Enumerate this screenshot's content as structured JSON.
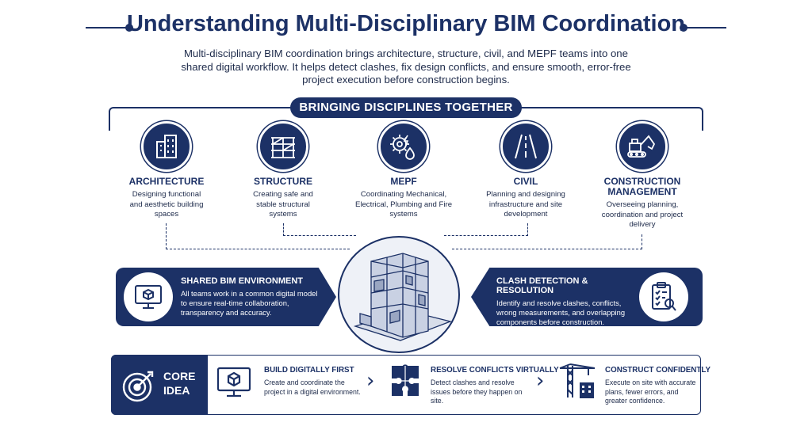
{
  "title": "Understanding Multi-Disciplinary BIM Coordination",
  "intro": "Multi-disciplinary BIM coordination brings architecture, structure, civil, and MEPF teams into one shared digital workflow. It helps detect clashes, fix design conflicts, and ensure smooth, error-free project execution before construction begins.",
  "banner": "BRINGING DISCIPLINES TOGETHER",
  "disciplines": [
    {
      "name": "ARCHITECTURE",
      "desc": "Designing functional and aesthetic building spaces",
      "icon": "building-icon"
    },
    {
      "name": "STRUCTURE",
      "desc": "Creating safe and stable structural systems",
      "icon": "frame-icon"
    },
    {
      "name": "MEPF",
      "desc": "Coordinating Mechanical, Electrical, Plumbing and Fire systems",
      "icon": "gear-bolt-drop-icon"
    },
    {
      "name": "CIVIL",
      "desc": "Planning and designing infrastructure and site development",
      "icon": "road-icon"
    },
    {
      "name": "CONSTRUCTION MANAGEMENT",
      "desc": "Overseeing planning, coordination and project delivery",
      "icon": "excavator-icon"
    }
  ],
  "shared": {
    "title": "SHARED BIM ENVIRONMENT",
    "text": "All teams work in a common digital model to ensure real-time collaboration, transparency and accuracy.",
    "icon": "monitor-cube-icon"
  },
  "clash": {
    "title": "CLASH DETECTION & RESOLUTION",
    "text": "Identify and resolve clashes, conflicts, wrong measurements, and overlapping components before construction.",
    "icon": "checklist-magnifier-icon"
  },
  "core": {
    "label_line1": "CORE",
    "label_line2": "IDEA",
    "icon": "target-icon"
  },
  "steps": [
    {
      "title": "BUILD DIGITALLY FIRST",
      "text": "Create and coordinate the project in a digital environment.",
      "icon": "monitor-cube-icon"
    },
    {
      "title": "RESOLVE CONFLICTS VIRTUALLY",
      "text": "Detect clashes and resolve issues before they happen on site.",
      "icon": "puzzle-icon"
    },
    {
      "title": "CONSTRUCT CONFIDENTLY",
      "text": "Execute on site with accurate plans, fewer errors, and greater confidence.",
      "icon": "crane-icon"
    }
  ],
  "colors": {
    "primary": "#1c3166",
    "text": "#1d2a4a",
    "background": "#ffffff"
  }
}
